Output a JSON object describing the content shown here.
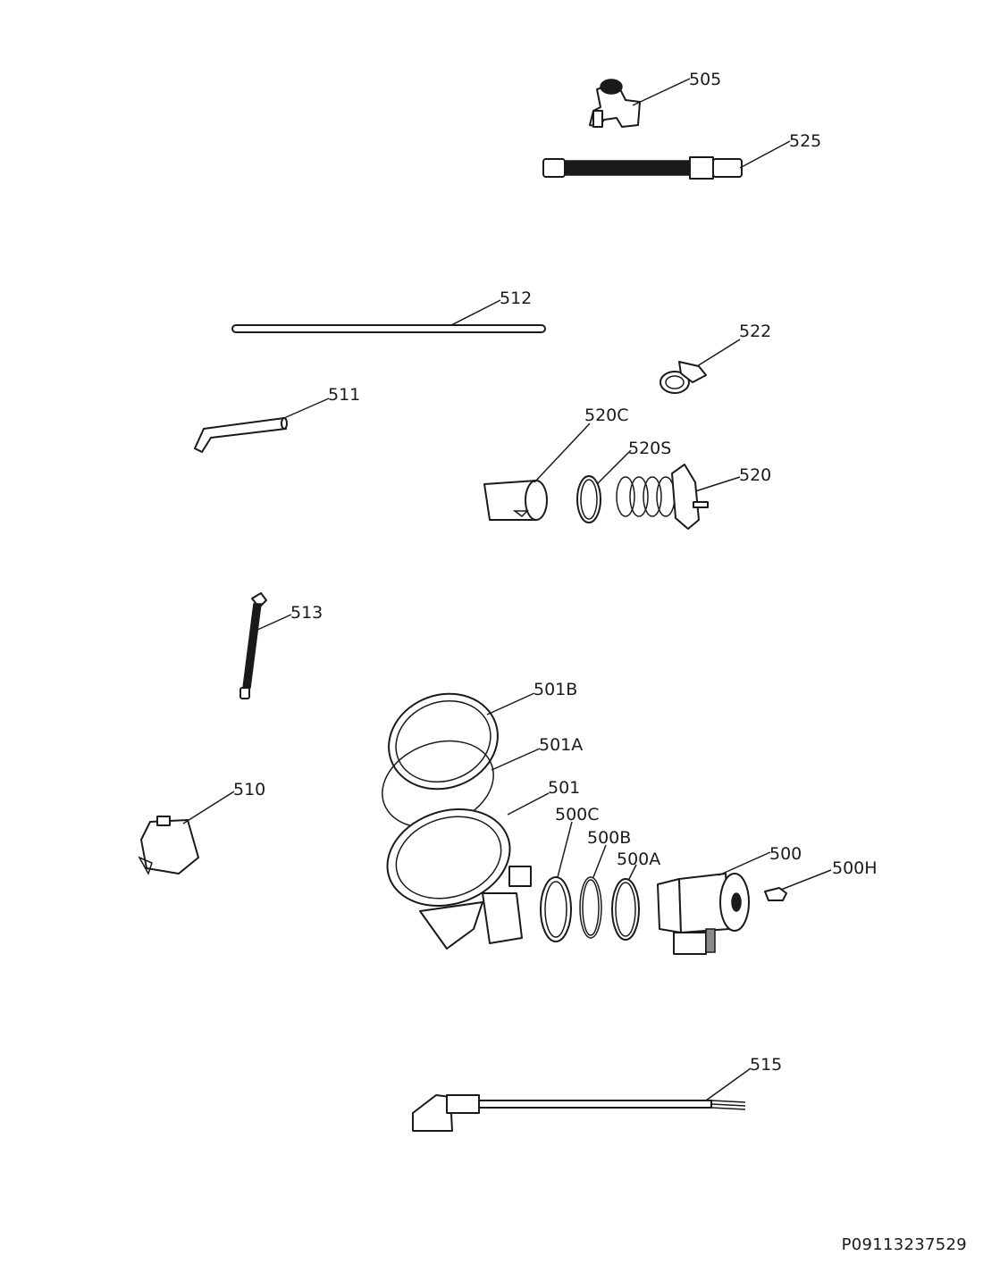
{
  "parts": {
    "505": "505",
    "525": "525",
    "512": "512",
    "522": "522",
    "511": "511",
    "520C": "520C",
    "520S": "520S",
    "520": "520",
    "513": "513",
    "501B": "501B",
    "501A": "501A",
    "501": "501",
    "510": "510",
    "500C": "500C",
    "500B": "500B",
    "500A": "500A",
    "500": "500",
    "500H": "500H",
    "515": "515"
  },
  "reference_code": "P09113237529"
}
